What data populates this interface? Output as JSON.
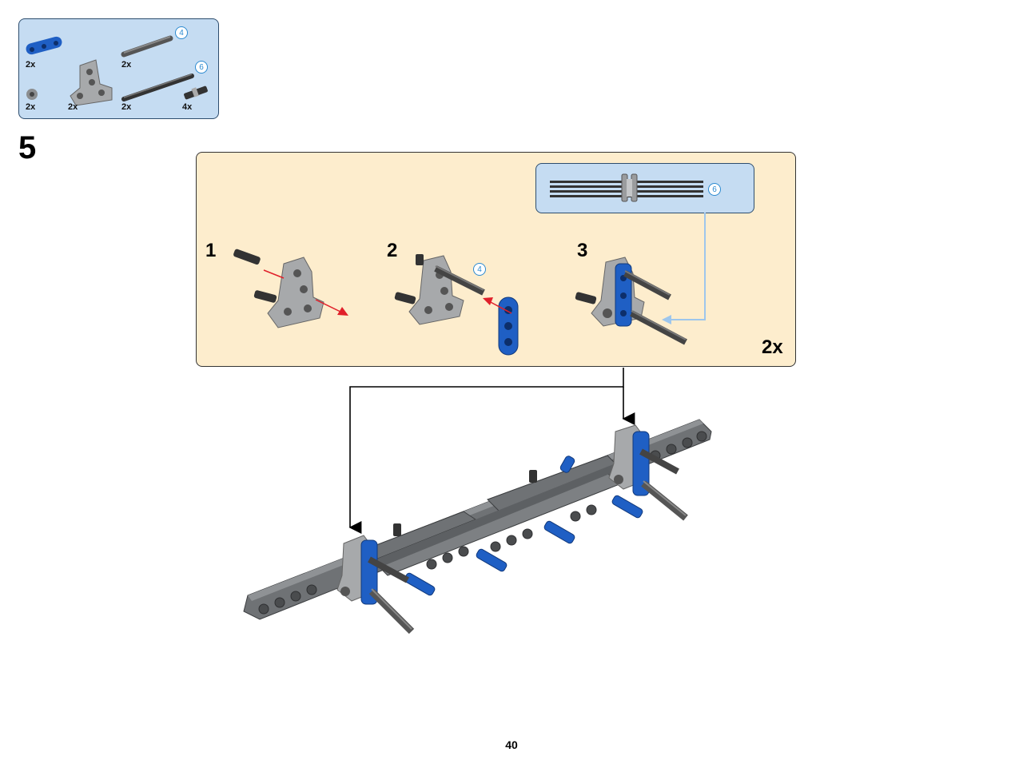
{
  "step_number": "5",
  "page_number": "40",
  "parts_list": [
    {
      "name": "blue-beam-3",
      "qty": "2x"
    },
    {
      "name": "axle-4",
      "qty": "2x",
      "length_label": "4"
    },
    {
      "name": "axle-6",
      "qty": "2x",
      "length_label": "6"
    },
    {
      "name": "bush",
      "qty": "2x"
    },
    {
      "name": "t-beam",
      "qty": "2x"
    },
    {
      "name": "pin-with-axle",
      "qty": "4x"
    }
  ],
  "substeps": {
    "labels": [
      "1",
      "2",
      "3"
    ],
    "axle_4_label": "4",
    "callout_axle_label": "6",
    "multiplier": "2x"
  },
  "colors": {
    "parts_bg": "#c5dcf2",
    "substep_bg": "#fdedcd",
    "lego_blue": "#1f5fc4",
    "light_gray": "#a7a9ab",
    "dark_gray": "#5d6063",
    "red_arrow": "#e0202a"
  }
}
